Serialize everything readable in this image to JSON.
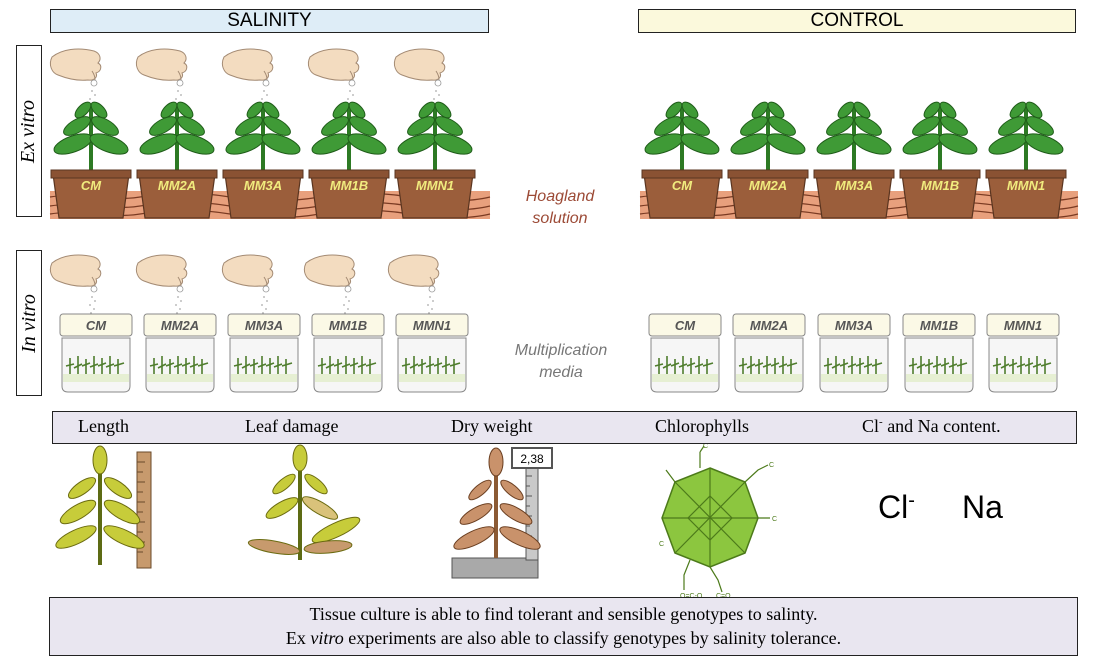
{
  "headers": {
    "salinity": "SALINITY",
    "control": "CONTROL"
  },
  "sides": {
    "ex_vitro": "Ex vitro",
    "in_vitro": "In vitro"
  },
  "labels": {
    "hoagland_line1": "Hoagland",
    "hoagland_line2": "solution",
    "multiplication_line1": "Multiplication",
    "multiplication_line2": "media"
  },
  "genotypes": [
    "CM",
    "MM2A",
    "MM3A",
    "MM1B",
    "MMN1"
  ],
  "measurements": {
    "length": "Length",
    "leaf_damage": "Leaf damage",
    "dry_weight": "Dry weight",
    "chlorophylls": "Chlorophylls",
    "cl_base": "Cl",
    "cl_sup": "-",
    "na_content_rest": " and Na content."
  },
  "scale_value": "2,38",
  "ions": {
    "cl": "Cl",
    "cl_sup": "-",
    "na": "Na"
  },
  "conclusion": {
    "line1": "Tissue culture is able to find tolerant and sensible genotypes to salinty.",
    "line2_pre": "Ex ",
    "line2_em": "vitro",
    "line2_post": " experiments are also able to classify genotypes by salinity tolerance."
  },
  "colors": {
    "salinity_header": "#deedf7",
    "control_header": "#fbf9dc",
    "leaf": "#3f9a36",
    "pot": "#9b5e3b",
    "soil": "#e8a07d",
    "label_text": "#f1ec7e",
    "hoagland": "#9c4a36",
    "mult": "#777777",
    "panel": "#e9e6f0"
  }
}
